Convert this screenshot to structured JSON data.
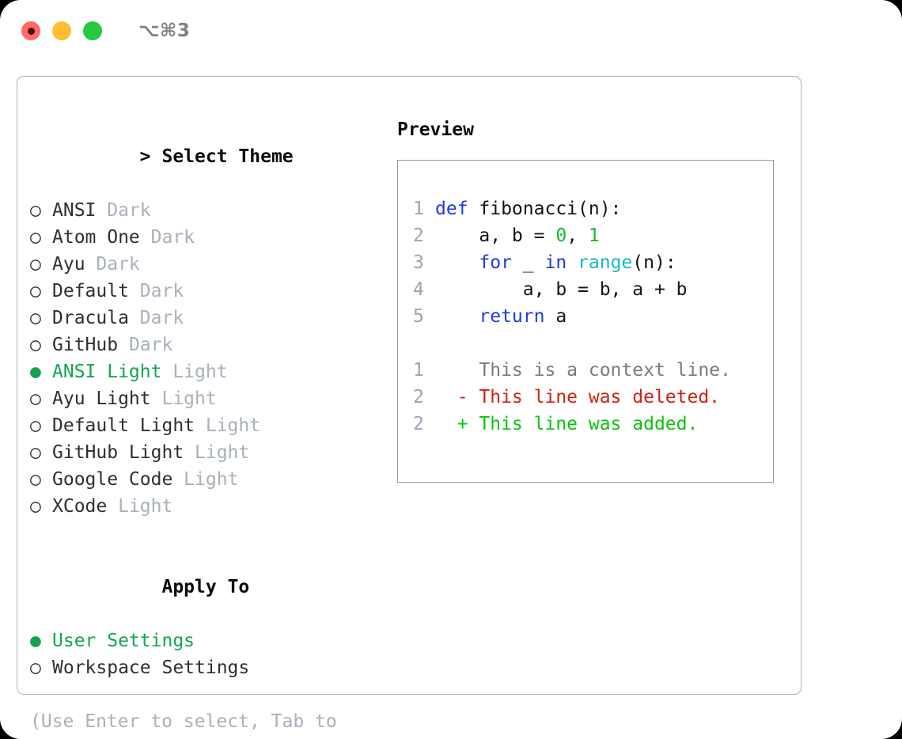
{
  "window": {
    "shortcut": "⌥⌘3",
    "traffic_lights": [
      {
        "name": "close-button",
        "color": "#ff6b61"
      },
      {
        "name": "minimize-button",
        "color": "#ffbe2e"
      },
      {
        "name": "maximize-button",
        "color": "#28c840"
      }
    ]
  },
  "theme_picker": {
    "heading": "Select Theme",
    "heading_marker": ">",
    "bullet_unselected": "○",
    "bullet_selected": "●",
    "items": [
      {
        "label": "ANSI",
        "variant": "Dark",
        "selected": false
      },
      {
        "label": "Atom One",
        "variant": "Dark",
        "selected": false
      },
      {
        "label": "Ayu",
        "variant": "Dark",
        "selected": false
      },
      {
        "label": "Default",
        "variant": "Dark",
        "selected": false
      },
      {
        "label": "Dracula",
        "variant": "Dark",
        "selected": false
      },
      {
        "label": "GitHub",
        "variant": "Dark",
        "selected": false
      },
      {
        "label": "ANSI Light",
        "variant": "Light",
        "selected": true
      },
      {
        "label": "Ayu Light",
        "variant": "Light",
        "selected": false
      },
      {
        "label": "Default Light",
        "variant": "Light",
        "selected": false
      },
      {
        "label": "GitHub Light",
        "variant": "Light",
        "selected": false
      },
      {
        "label": "Google Code",
        "variant": "Light",
        "selected": false
      },
      {
        "label": "XCode",
        "variant": "Light",
        "selected": false
      }
    ]
  },
  "apply_to": {
    "heading": "Apply To",
    "items": [
      {
        "label": "User Settings",
        "selected": true
      },
      {
        "label": "Workspace Settings",
        "selected": false
      }
    ]
  },
  "hint": "(Use Enter to select, Tab to change focus)",
  "preview": {
    "heading": "Preview",
    "code_lines": [
      {
        "num": "1",
        "tokens": [
          {
            "text": "def",
            "kind": "kw"
          },
          {
            "text": " fibonacci(n):",
            "kind": "plain"
          }
        ]
      },
      {
        "num": "2",
        "tokens": [
          {
            "text": "    a, b = ",
            "kind": "plain"
          },
          {
            "text": "0",
            "kind": "num"
          },
          {
            "text": ", ",
            "kind": "plain"
          },
          {
            "text": "1",
            "kind": "num"
          }
        ]
      },
      {
        "num": "3",
        "tokens": [
          {
            "text": "    ",
            "kind": "plain"
          },
          {
            "text": "for",
            "kind": "kw"
          },
          {
            "text": " _ ",
            "kind": "plain"
          },
          {
            "text": "in",
            "kind": "kw"
          },
          {
            "text": " ",
            "kind": "plain"
          },
          {
            "text": "range",
            "kind": "fn"
          },
          {
            "text": "(n):",
            "kind": "plain"
          }
        ]
      },
      {
        "num": "4",
        "tokens": [
          {
            "text": "        a, b = b, a + b",
            "kind": "plain"
          }
        ]
      },
      {
        "num": "5",
        "tokens": [
          {
            "text": "    ",
            "kind": "plain"
          },
          {
            "text": "return",
            "kind": "kw"
          },
          {
            "text": " a",
            "kind": "plain"
          }
        ]
      }
    ],
    "diff_lines": [
      {
        "num": "1",
        "marker": " ",
        "text": "This is a context line.",
        "kind": "ctx"
      },
      {
        "num": "2",
        "marker": "-",
        "text": "This line was deleted.",
        "kind": "del"
      },
      {
        "num": "2",
        "marker": "+",
        "text": "This line was added.",
        "kind": "add"
      }
    ]
  },
  "colors": {
    "accent_green": "#13a450",
    "keyword_blue": "#1f3ae0",
    "function_cyan": "#14bcc4",
    "number_green": "#13bb2f",
    "diff_add": "#09c409",
    "diff_del": "#cc2210",
    "muted": "#a8b0bb",
    "border": "#a9b4c2",
    "preview_border": "#8d9aa9"
  }
}
